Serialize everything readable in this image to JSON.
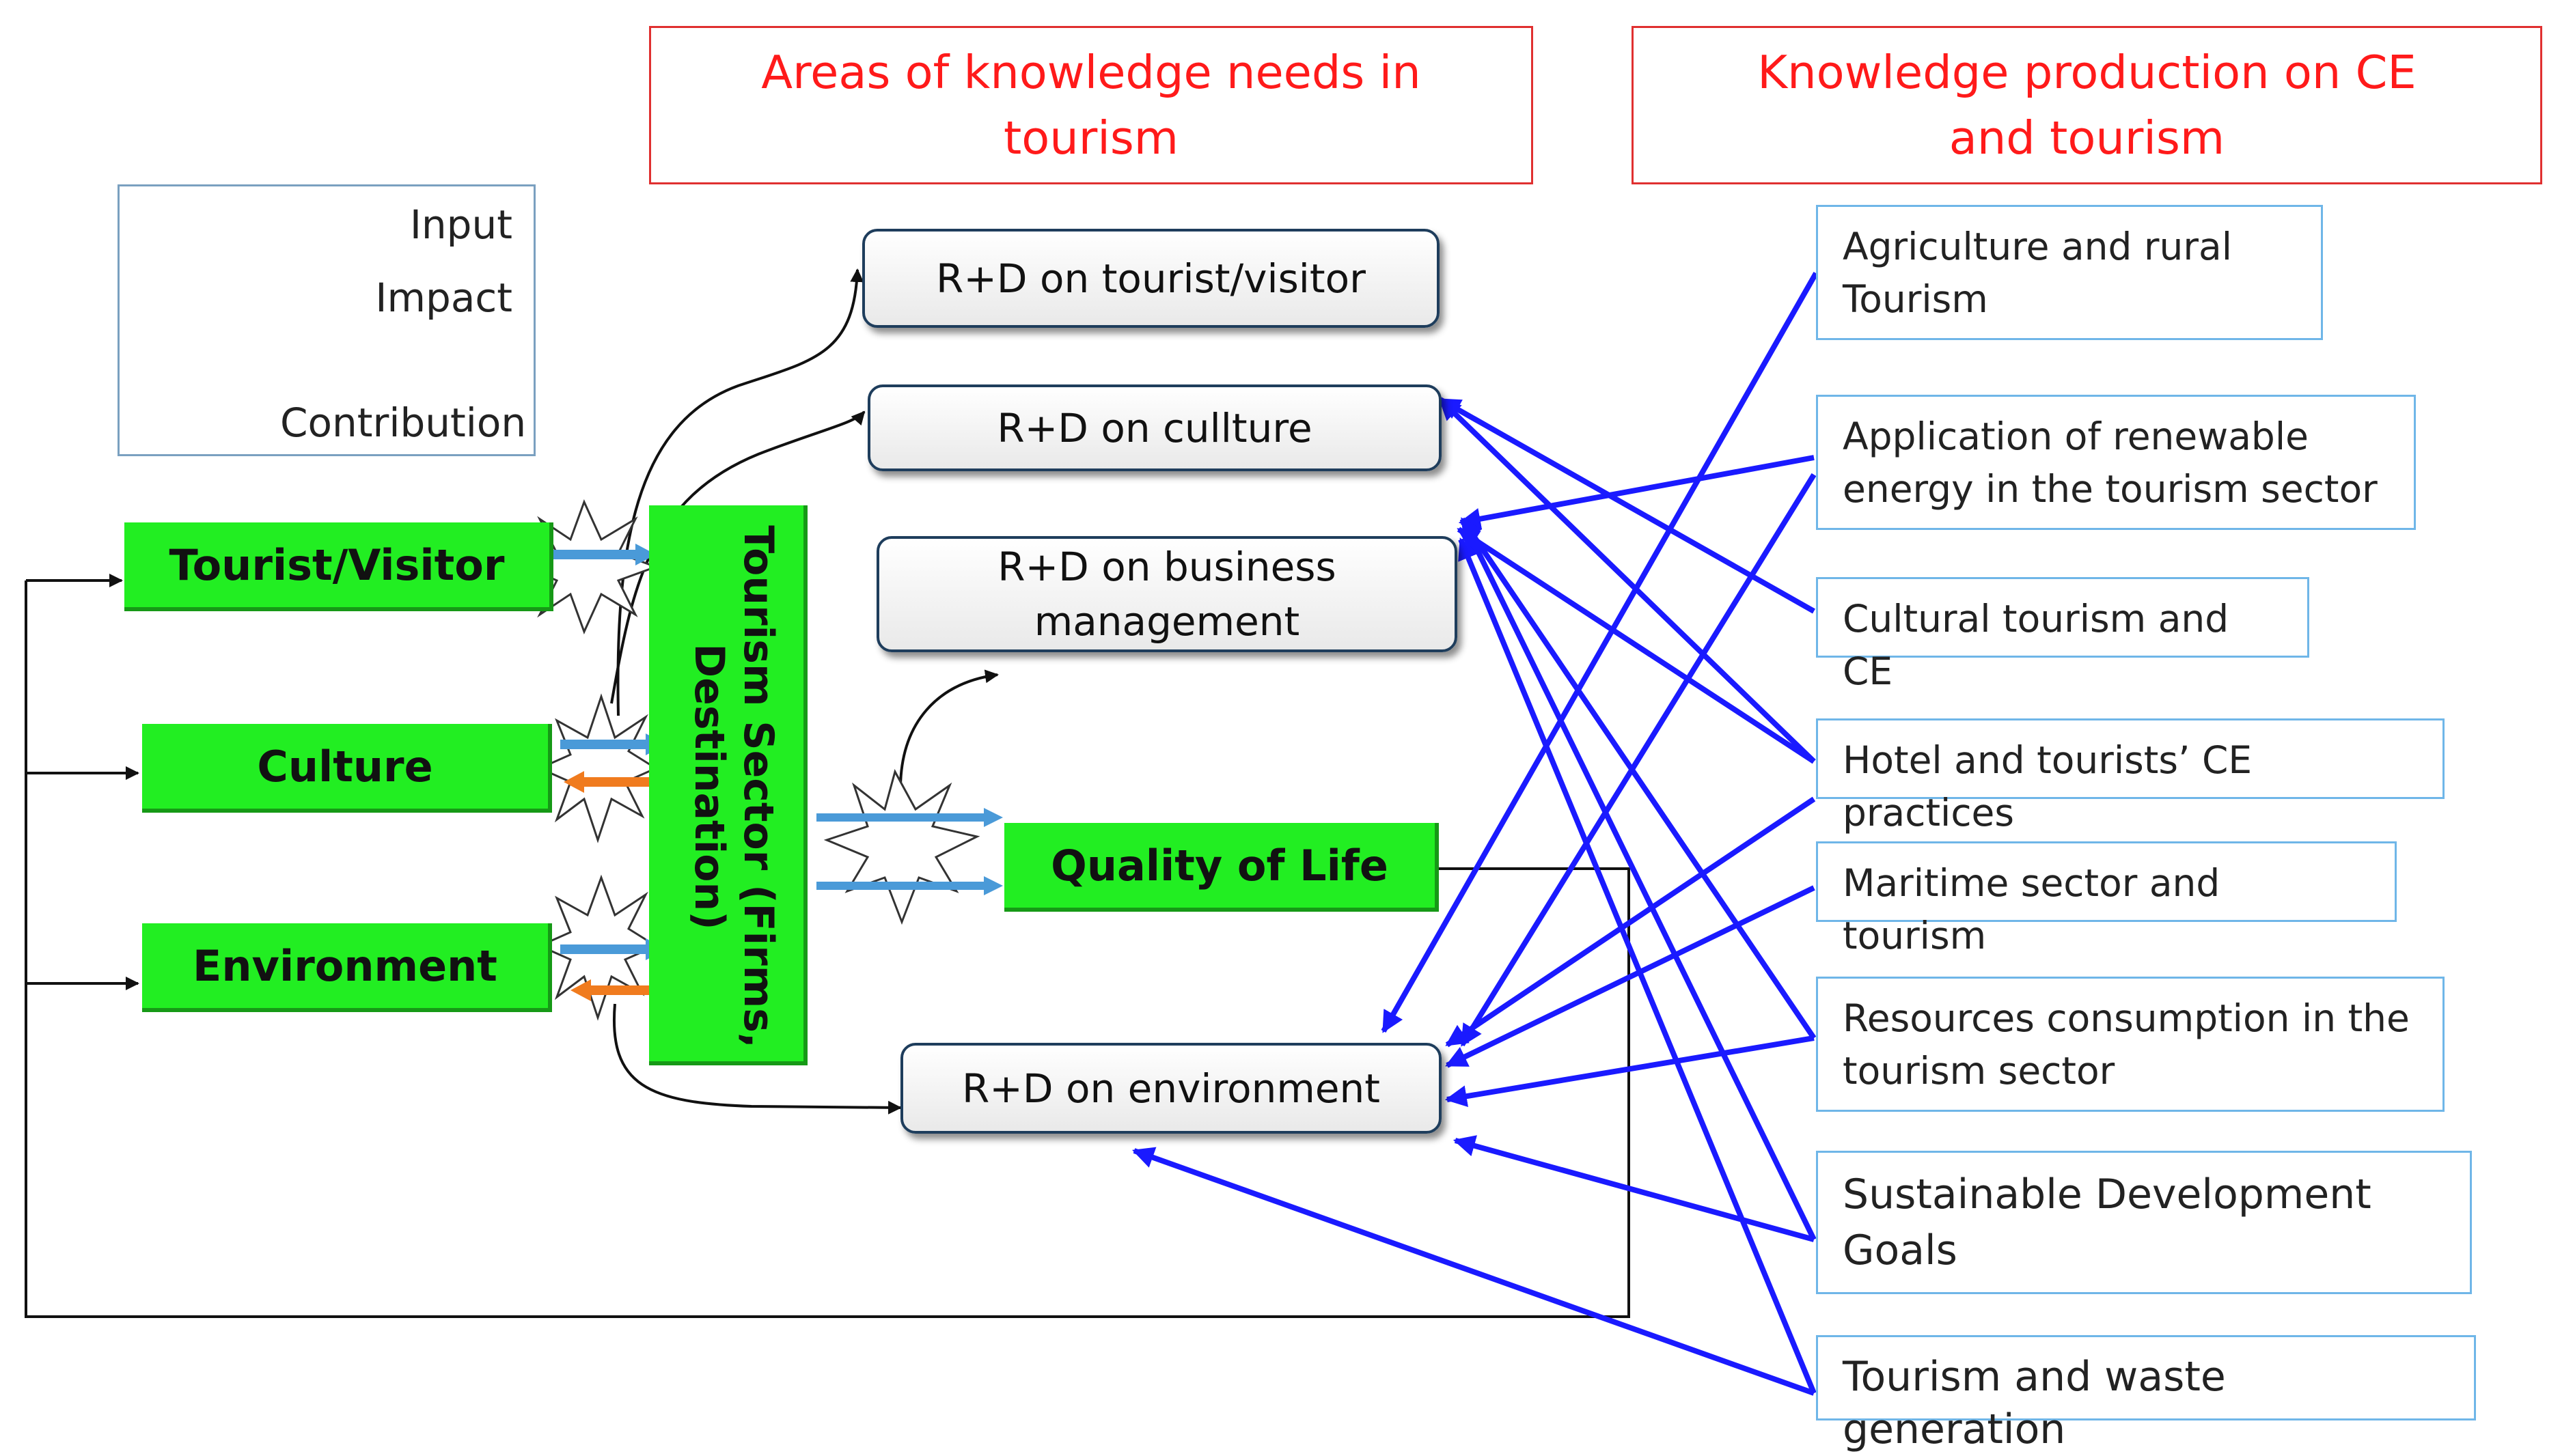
{
  "headers": {
    "areas": "Areas of knowledge needs in tourism",
    "production": "Knowledge production on CE and tourism"
  },
  "legend": {
    "input": "Input",
    "impact": "Impact",
    "contribution": "Contribution"
  },
  "inputs": {
    "tourist": "Tourist/Visitor",
    "culture": "Culture",
    "environment": "Environment"
  },
  "tourism_sector": "Tourism Sector (Firms, Destination)",
  "quality_of_life": "Quality of Life",
  "rd_areas": {
    "tourist": "R+D on tourist/visitor",
    "culture": "R+D on cullture",
    "business": "R+D on business management",
    "environment": "R+D on environment"
  },
  "production_items": [
    "Agriculture and rural Tourism",
    "Application of renewable energy in the tourism sector",
    "Cultural tourism and CE",
    "Hotel and tourists’ CE practices",
    "Maritime sector and tourism",
    "Resources consumption in the tourism sector",
    "Sustainable Development Goals",
    "Tourism and waste generation"
  ],
  "colors": {
    "header_text": "#ff1a1a",
    "green_box": "#22ee22",
    "blue_links": "#1a1aff",
    "input_arrow": "#4a9ad8",
    "impact_arrow": "#f07b1e"
  }
}
